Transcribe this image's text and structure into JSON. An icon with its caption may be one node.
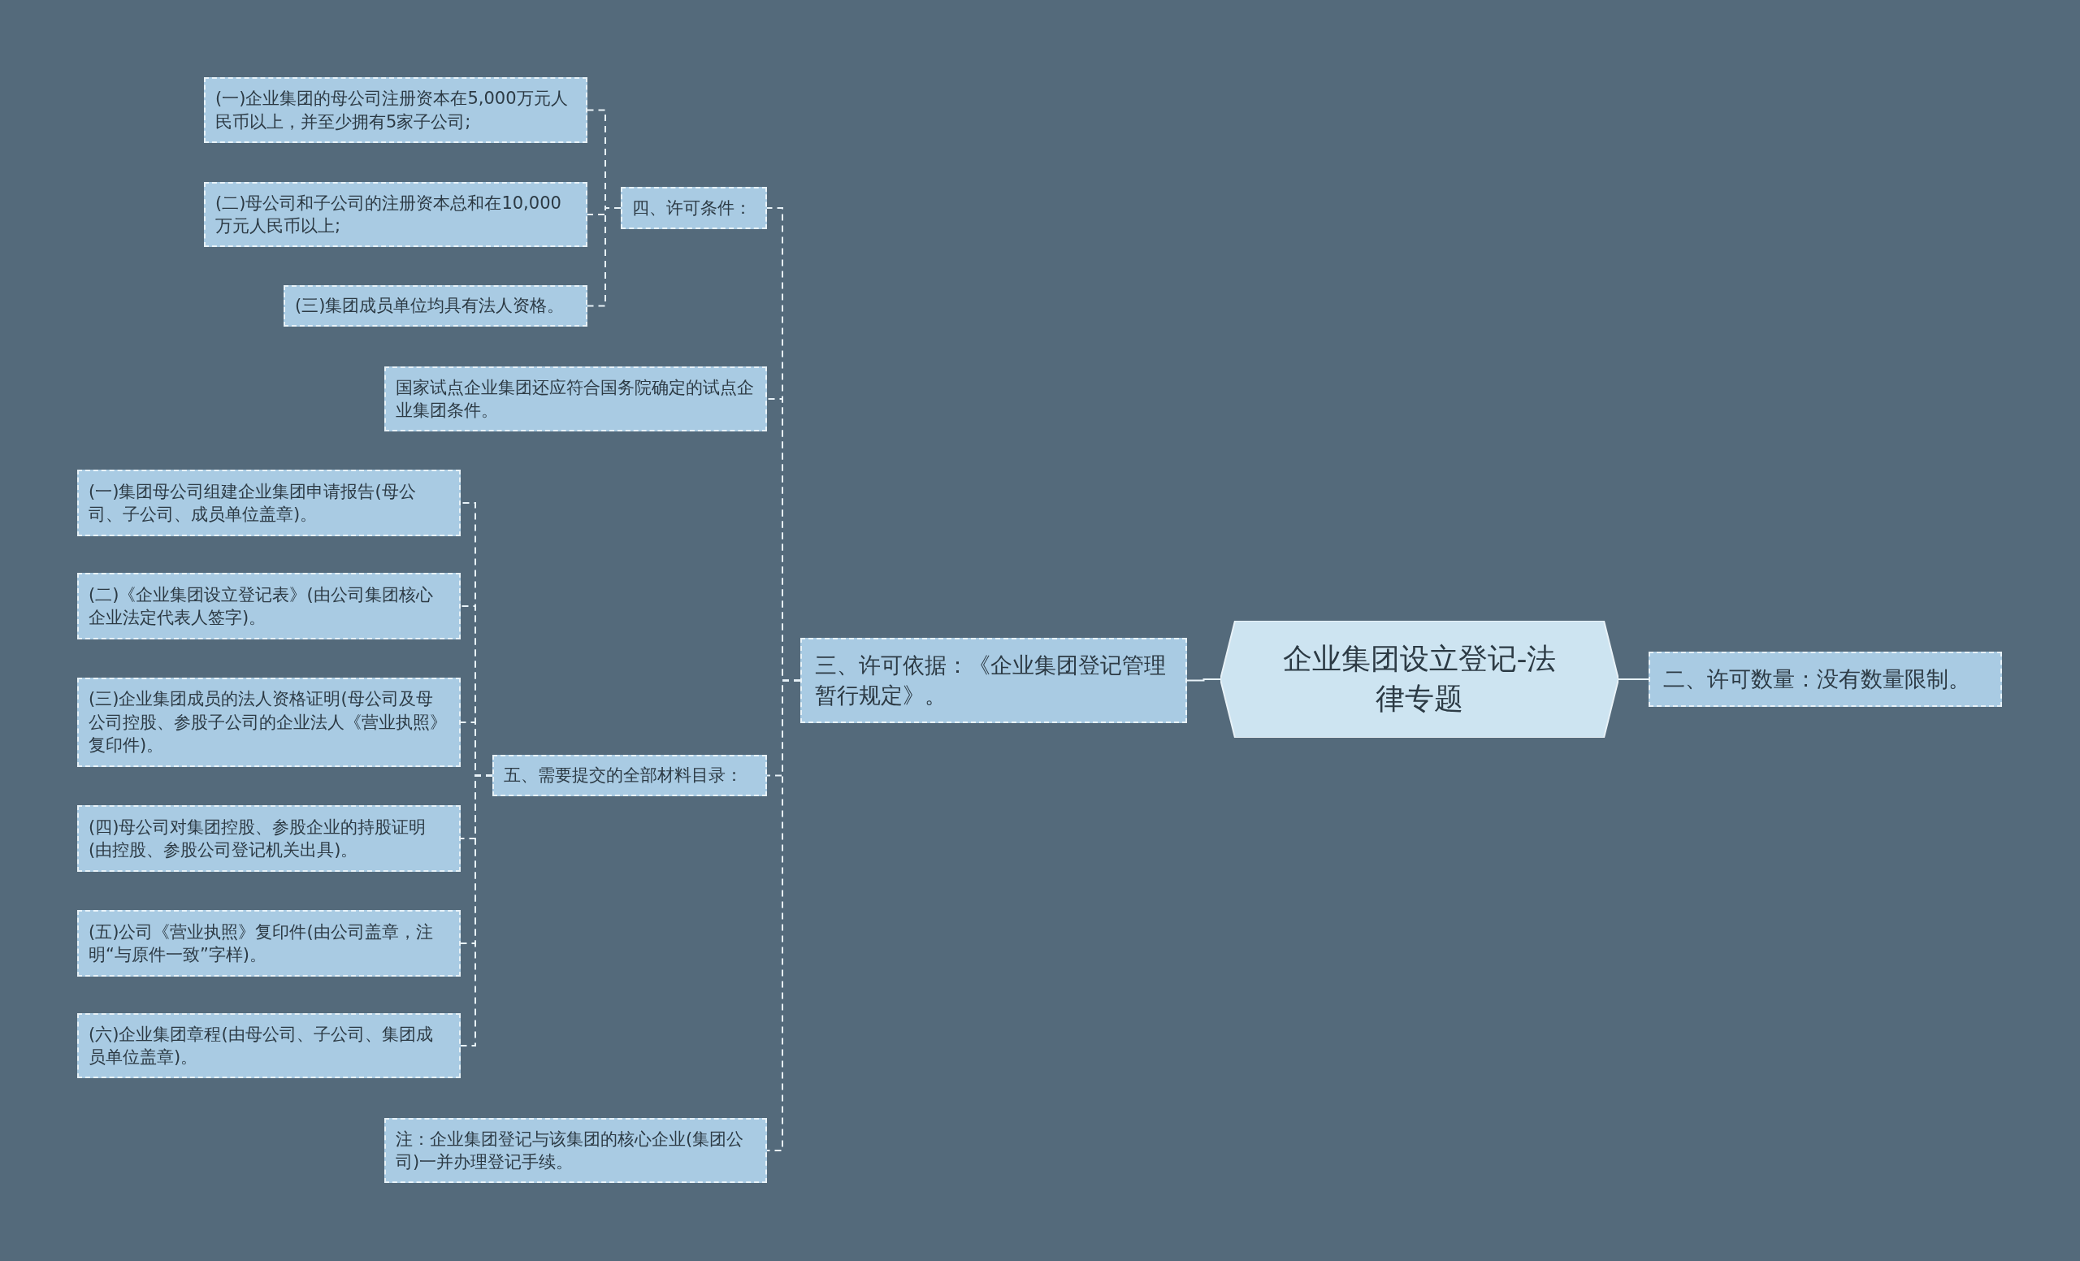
{
  "diagram": {
    "nodes": [
      {
        "text": [
          "企业集团设立登记-法律专题"
        ]
      },
      {
        "text": [
          "二、许可数量：没有数量限制。"
        ]
      },
      {
        "text": [
          "三、许可依据：《企业集团登记管理暂行规定》。"
        ]
      },
      {
        "text": [
          "四、许可条件："
        ]
      },
      {
        "text": [
          "(一)企业集团的母公司注册资本在5,000万元人民币以上，并至少拥有5家子公司;"
        ]
      },
      {
        "text": [
          "(二)母公司和子公司的注册资本总和在10,000万元人民币以上;"
        ]
      },
      {
        "text": [
          "(三)集团成员单位均具有法人资格。"
        ]
      },
      {
        "text": [
          "国家试点企业集团还应符合国务院确定的试点企业集团条件。"
        ]
      },
      {
        "text": [
          "五、需要提交的全部材料目录："
        ]
      },
      {
        "text": [
          "(一)集团母公司组建企业集团申请报告(母公司、子公司、成员单位盖章)。"
        ]
      },
      {
        "text": [
          "(二)《企业集团设立登记表》(由公司集团核心企业法定代表人签字)。"
        ]
      },
      {
        "text": [
          "(三)企业集团成员的法人资格证明(母公司及母公司控股、参股子公司的企业法人《营业执照》复印件)。"
        ]
      },
      {
        "text": [
          "(四)母公司对集团控股、参股企业的持股证明(由控股、参股公司登记机关出具)。"
        ]
      },
      {
        "text": [
          "(五)公司《营业执照》复印件(由公司盖章，注明“与原件一致”字样)。"
        ]
      },
      {
        "text": [
          "(六)企业集团章程(由母公司、子公司、集团成员单位盖章)。"
        ]
      },
      {
        "text": [
          "注：企业集团登记与该集团的核心企业(集团公司)一并办理登记手续。"
        ]
      }
    ],
    "edges": [
      {
        "from": 0,
        "to": 1,
        "arrow": "none"
      },
      {
        "from": 0,
        "to": 2,
        "arrow": "none"
      },
      {
        "from": 2,
        "to": 3,
        "arrow": "none",
        "style": "dashed"
      },
      {
        "from": 2,
        "to": 7,
        "arrow": "none",
        "style": "dashed"
      },
      {
        "from": 2,
        "to": 8,
        "arrow": "none",
        "style": "dashed"
      },
      {
        "from": 2,
        "to": 15,
        "arrow": "none",
        "style": "dashed"
      },
      {
        "from": 3,
        "to": 4,
        "arrow": "none",
        "style": "dashed"
      },
      {
        "from": 3,
        "to": 5,
        "arrow": "none",
        "style": "dashed"
      },
      {
        "from": 3,
        "to": 6,
        "arrow": "none",
        "style": "dashed"
      },
      {
        "from": 8,
        "to": 9,
        "arrow": "none",
        "style": "dashed"
      },
      {
        "from": 8,
        "to": 10,
        "arrow": "none",
        "style": "dashed"
      },
      {
        "from": 8,
        "to": 11,
        "arrow": "none",
        "style": "dashed"
      },
      {
        "from": 8,
        "to": 12,
        "arrow": "none",
        "style": "dashed"
      },
      {
        "from": 8,
        "to": 13,
        "arrow": "none",
        "style": "dashed"
      },
      {
        "from": 8,
        "to": 14,
        "arrow": "none",
        "style": "dashed"
      }
    ]
  }
}
